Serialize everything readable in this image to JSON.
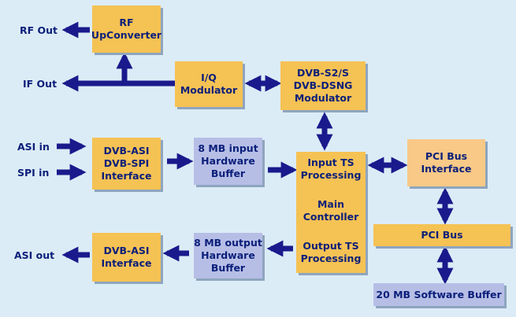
{
  "labels": {
    "rf_out": "RF Out",
    "if_out": "IF Out",
    "asi_in": "ASI in",
    "spi_in": "SPI in",
    "asi_out": "ASI out"
  },
  "blocks": {
    "rf_upconverter": "RF\nUpConverter",
    "iq_modulator": "I/Q\nModulator",
    "dvb_modulator": "DVB-S2/S\nDVB-DSNG\nModulator",
    "dvb_asi_spi": "DVB-ASI\nDVB-SPI\nInterface",
    "input_buffer": "8 MB input\nHardware\nBuffer",
    "input_ts": "Input TS\nProcessing",
    "main_controller": "Main\nController",
    "output_ts": "Output TS\nProcessing",
    "pci_interface": "PCI Bus\nInterface",
    "pci_bus": "PCI Bus",
    "dvb_asi_out": "DVB-ASI\nInterface",
    "output_buffer": "8 MB output\nHardware\nBuffer",
    "software_buffer": "20 MB Software Buffer"
  },
  "colors": {
    "background": "#dcecf6",
    "block_gold": "#f5c254",
    "block_light": "#f8c987",
    "block_blue": "#b7bee6",
    "arrow": "#1a1a8c",
    "text": "#0b1f7a"
  }
}
